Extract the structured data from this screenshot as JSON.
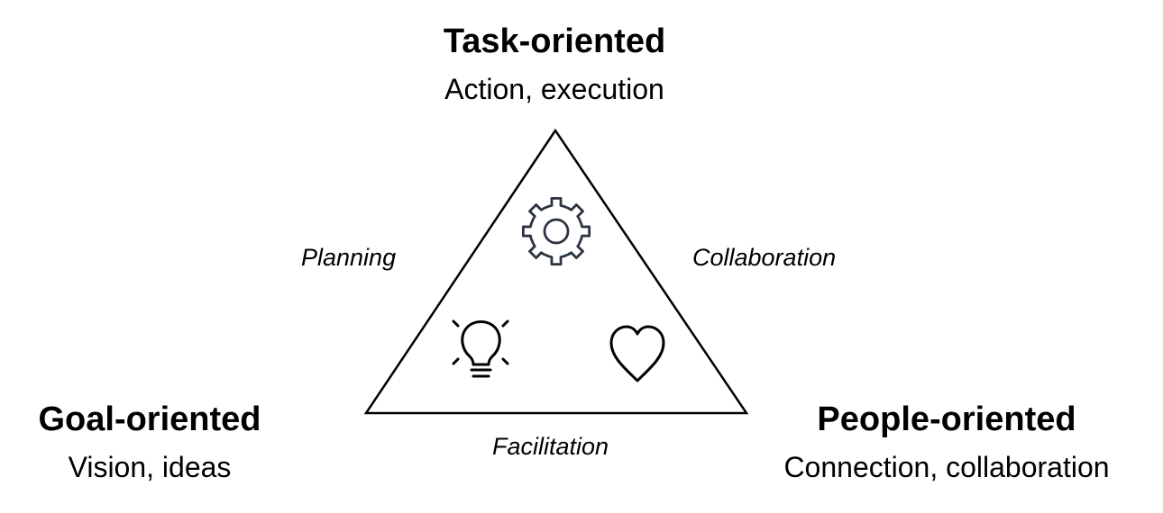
{
  "nodes": {
    "task": {
      "title": "Task-oriented",
      "subtitle": "Action, execution"
    },
    "goal": {
      "title": "Goal-oriented",
      "subtitle": "Vision, ideas"
    },
    "people": {
      "title": "People-oriented",
      "subtitle": "Connection, collaboration"
    }
  },
  "edges": {
    "planning": "Planning",
    "collaboration": "Collaboration",
    "facilitation": "Facilitation"
  },
  "icons": {
    "top": "gear-icon",
    "left": "lightbulb-icon",
    "right": "heart-icon"
  },
  "colors": {
    "stroke": "#000000",
    "icon_stroke": "#2b3440"
  }
}
